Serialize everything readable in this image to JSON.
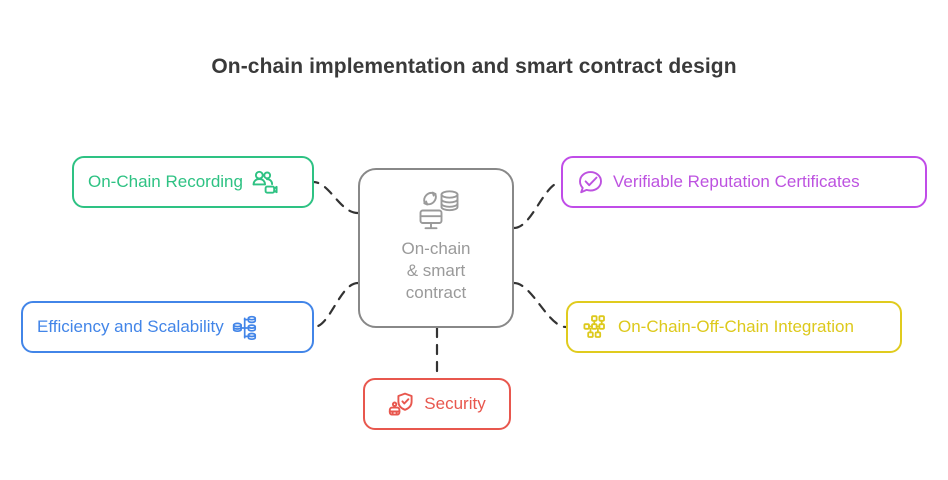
{
  "title": "On-chain implementation and smart contract design",
  "center": {
    "label": "On-chain\n& smart\ncontract",
    "icon": "monitor-database-sync-icon",
    "color": "#888888",
    "text_color": "#9a9a9a"
  },
  "nodes": [
    {
      "id": "on-chain-recording",
      "label": "On-Chain Recording",
      "icon": "users-group-icon",
      "icon_position": "right",
      "color": "#2ec283"
    },
    {
      "id": "efficiency-scalability",
      "label": "Efficiency and Scalability",
      "icon": "database-distribution-icon",
      "icon_position": "right",
      "color": "#4285e8"
    },
    {
      "id": "security",
      "label": "Security",
      "icon": "shield-robot-icon",
      "icon_position": "left",
      "color": "#e8574e"
    },
    {
      "id": "verifiable-reputation-certificates",
      "label": "Verifiable Reputation Certificates",
      "icon": "speech-bubble-check-icon",
      "icon_position": "left",
      "color": "#c04ce8"
    },
    {
      "id": "on-chain-off-chain-integration",
      "label": "On-Chain-Off-Chain Integration",
      "icon": "network-nodes-icon",
      "icon_position": "left",
      "color": "#e0cb1e"
    }
  ],
  "connectors": {
    "style": "dashed",
    "color": "#333333",
    "count": 5
  },
  "background_color": "#ffffff",
  "title_color": "#3a3a3a"
}
